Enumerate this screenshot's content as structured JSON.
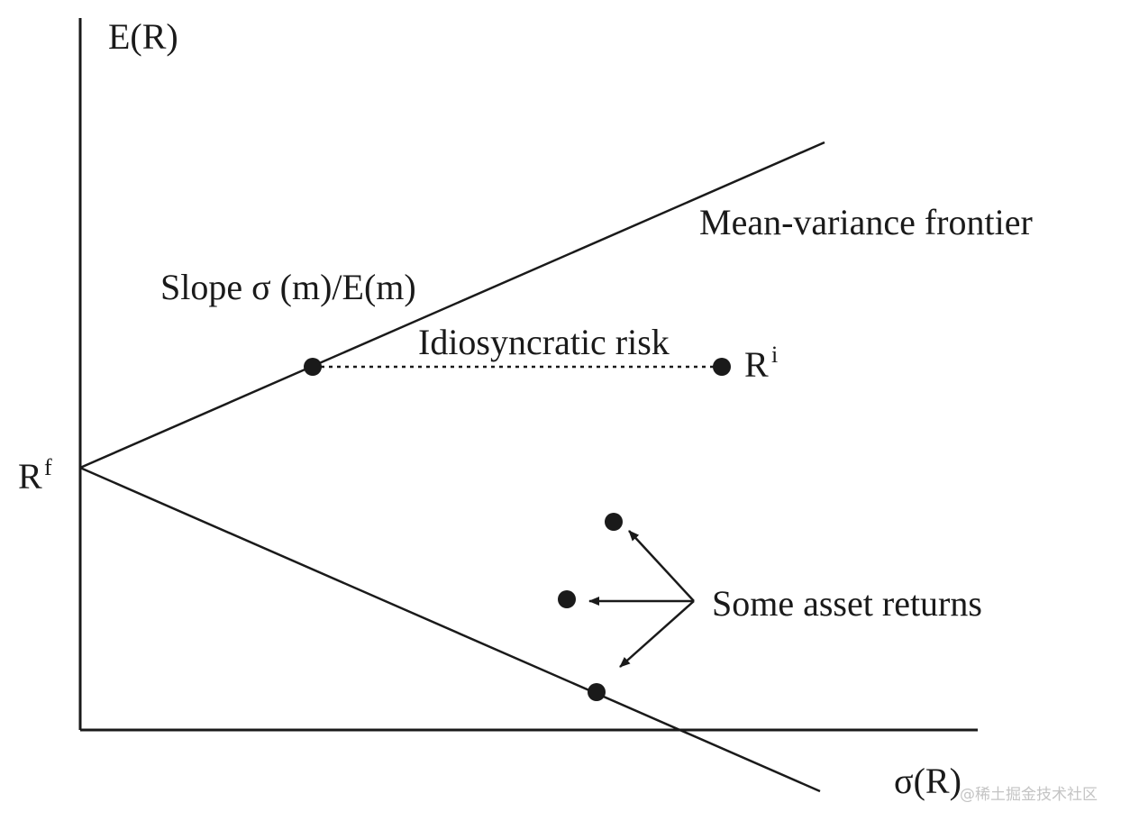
{
  "diagram": {
    "y_axis_label": "E(R)",
    "x_axis_label": "σ(R)",
    "risk_free_label": "R",
    "risk_free_sup": "f",
    "asset_label": "R",
    "asset_sup": "i",
    "frontier_label": "Mean-variance frontier",
    "slope_label": "Slope σ (m)/E(m)",
    "idiosyncratic_label": "Idiosyncratic risk",
    "asset_returns_label": "Some asset returns",
    "ink_color": "#1a1a1a"
  },
  "watermark": "@稀土掘金技术社区"
}
